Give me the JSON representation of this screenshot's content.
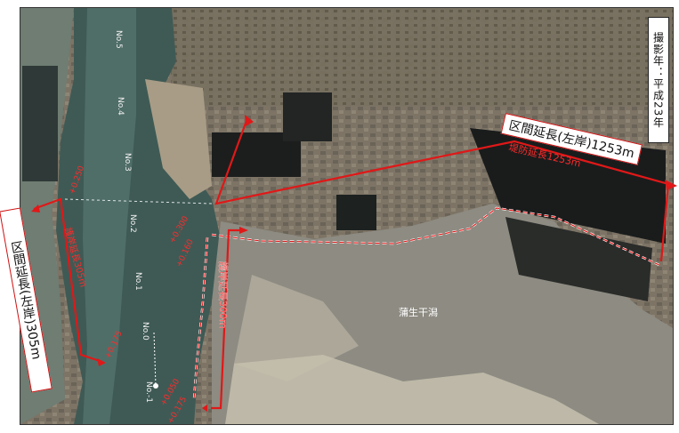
{
  "date_badge": "撮影年：平成23年",
  "label_right": "区間延長(左岸)1253m",
  "label_right_sub": "堤防延長1253m",
  "label_left": "区間延長(左岸)305m",
  "label_left_sub": "護岸延長305m",
  "label_mid": "護岸延長300m",
  "flat_name": "蒲生干潟",
  "stations": [
    "No.5",
    "No.4",
    "No.3",
    "No.2",
    "No.1",
    "No.0",
    "No.-1"
  ],
  "chainage": [
    "+0.250",
    "+0.300",
    "+0.160",
    "+0.175",
    "+0.050",
    "+0.175"
  ],
  "colors": {
    "accent": "#e01818",
    "water": "#2c4a48",
    "land": "#8b8170"
  }
}
